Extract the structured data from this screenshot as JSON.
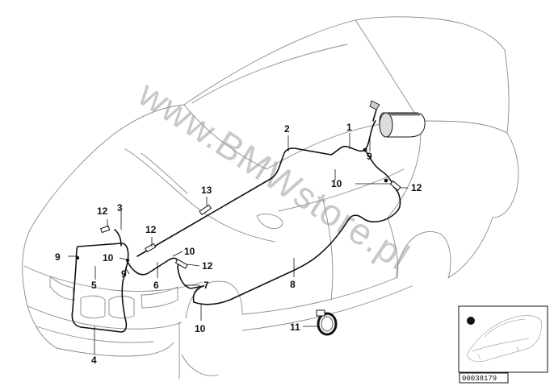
{
  "diagram": {
    "watermark": "www.BMWstore.pl",
    "reference_number": "00038179",
    "labels": [
      {
        "id": "label-1",
        "text": "1"
      },
      {
        "id": "label-2",
        "text": "2"
      },
      {
        "id": "label-3",
        "text": "3"
      },
      {
        "id": "label-4",
        "text": "4"
      },
      {
        "id": "label-5",
        "text": "5"
      },
      {
        "id": "label-6",
        "text": "6"
      },
      {
        "id": "label-7",
        "text": "7"
      },
      {
        "id": "label-8",
        "text": "8"
      },
      {
        "id": "label-9a",
        "text": "9"
      },
      {
        "id": "label-9b",
        "text": "9"
      },
      {
        "id": "label-9c",
        "text": "9"
      },
      {
        "id": "label-10a",
        "text": "10"
      },
      {
        "id": "label-10b",
        "text": "10"
      },
      {
        "id": "label-10c",
        "text": "10"
      },
      {
        "id": "label-10d",
        "text": "10"
      },
      {
        "id": "label-11",
        "text": "11"
      },
      {
        "id": "label-12a",
        "text": "12"
      },
      {
        "id": "label-12b",
        "text": "12"
      },
      {
        "id": "label-12c",
        "text": "12"
      },
      {
        "id": "label-12d",
        "text": "12"
      },
      {
        "id": "label-13",
        "text": "13"
      }
    ]
  }
}
